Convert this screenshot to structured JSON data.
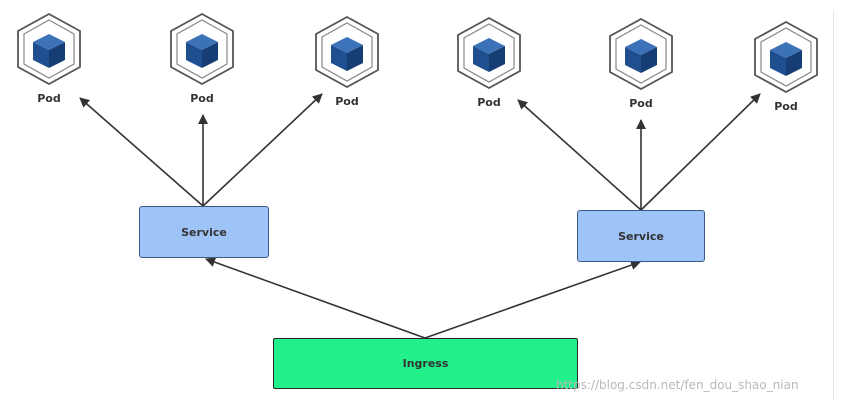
{
  "pods": [
    {
      "label": "Pod"
    },
    {
      "label": "Pod"
    },
    {
      "label": "Pod"
    },
    {
      "label": "Pod"
    },
    {
      "label": "Pod"
    },
    {
      "label": "Pod"
    }
  ],
  "services": [
    {
      "label": "Service"
    },
    {
      "label": "Service"
    }
  ],
  "ingress": {
    "label": "Ingress"
  },
  "watermark": "https://blog.csdn.net/fen_dou_shao_nian",
  "colors": {
    "service_fill": "#9dc3f7",
    "ingress_fill": "#22f08a",
    "cube_blue": "#1f4f8f",
    "arrow": "#333333"
  }
}
